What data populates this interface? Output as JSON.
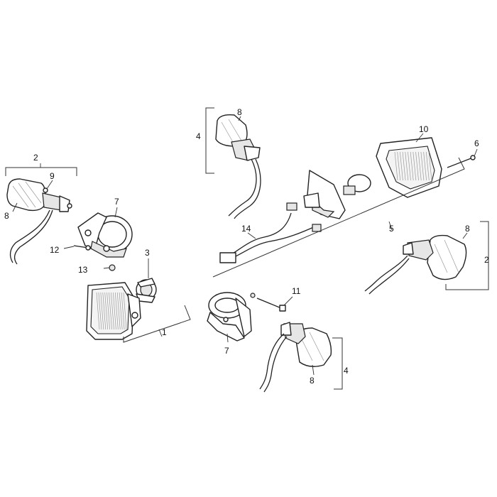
{
  "callouts": [
    {
      "id": "c2a",
      "text": "2"
    },
    {
      "id": "c9",
      "text": "9"
    },
    {
      "id": "c8a",
      "text": "8"
    },
    {
      "id": "c7a",
      "text": "7"
    },
    {
      "id": "c12",
      "text": "12"
    },
    {
      "id": "c13",
      "text": "13"
    },
    {
      "id": "c3",
      "text": "3"
    },
    {
      "id": "c1",
      "text": "1"
    },
    {
      "id": "c4a",
      "text": "4"
    },
    {
      "id": "c8b",
      "text": "8"
    },
    {
      "id": "c14",
      "text": "14"
    },
    {
      "id": "c10",
      "text": "10"
    },
    {
      "id": "c6",
      "text": "6"
    },
    {
      "id": "c5",
      "text": "5"
    },
    {
      "id": "c8c",
      "text": "8"
    },
    {
      "id": "c2b",
      "text": "2"
    },
    {
      "id": "c11",
      "text": "11"
    },
    {
      "id": "c7b",
      "text": "7"
    },
    {
      "id": "c4b",
      "text": "4"
    },
    {
      "id": "c8d",
      "text": "8"
    }
  ]
}
